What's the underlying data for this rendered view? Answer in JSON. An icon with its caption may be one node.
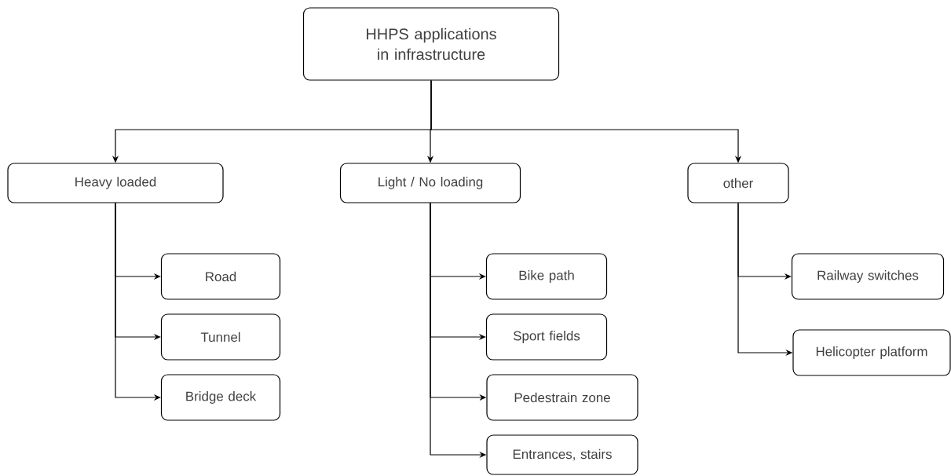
{
  "diagram": {
    "nodes": [
      {
        "text": [
          "HHPS applications in infrastructure"
        ]
      },
      {
        "text": [
          "Heavy loaded"
        ]
      },
      {
        "text": [
          "Light / No loading"
        ]
      },
      {
        "text": [
          "other"
        ]
      },
      {
        "text": [
          "Road"
        ]
      },
      {
        "text": [
          "Tunnel"
        ]
      },
      {
        "text": [
          "Bridge deck"
        ]
      },
      {
        "text": [
          "Bike path"
        ]
      },
      {
        "text": [
          "Sport fields"
        ]
      },
      {
        "text": [
          "Pedestrain zone"
        ]
      },
      {
        "text": [
          "Entrances, stairs"
        ]
      },
      {
        "text": [
          "Railway switches"
        ]
      },
      {
        "text": [
          "Helicopter platform"
        ]
      }
    ],
    "edges": [
      {
        "from": 0,
        "to": 1,
        "arrow": "to"
      },
      {
        "from": 0,
        "to": 2,
        "arrow": "to"
      },
      {
        "from": 0,
        "to": 3,
        "arrow": "to"
      },
      {
        "from": 1,
        "to": 4,
        "arrow": "to"
      },
      {
        "from": 1,
        "to": 5,
        "arrow": "to"
      },
      {
        "from": 1,
        "to": 6,
        "arrow": "to"
      },
      {
        "from": 2,
        "to": 7,
        "arrow": "to"
      },
      {
        "from": 2,
        "to": 8,
        "arrow": "to"
      },
      {
        "from": 2,
        "to": 9,
        "arrow": "to"
      },
      {
        "from": 2,
        "to": 10,
        "arrow": "to"
      },
      {
        "from": 3,
        "to": 11,
        "arrow": "to"
      },
      {
        "from": 3,
        "to": 12,
        "arrow": "to"
      }
    ]
  }
}
